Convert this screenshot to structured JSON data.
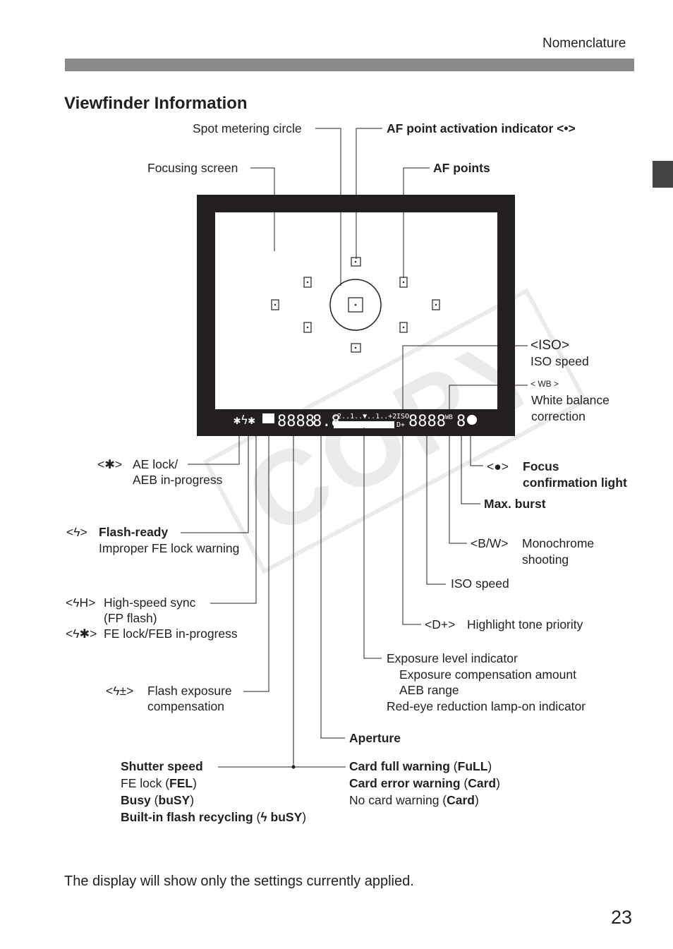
{
  "header": {
    "section": "Nomenclature"
  },
  "page": {
    "title": "Viewfinder Information",
    "note": "The display will show only the settings currently applied.",
    "number": "23"
  },
  "watermark": "COPY",
  "callouts": {
    "spot_metering": "Spot metering circle",
    "af_activation": "AF point activation indicator <•>",
    "focusing_screen": "Focusing screen",
    "af_points": "AF points",
    "iso_icon": "<ISO>",
    "iso_speed_top": "ISO speed",
    "wb_icon": "< WB >",
    "wb_line1": "White balance",
    "wb_line2": "correction",
    "ae_icon": "<✱>",
    "ae_line1": "AE lock/",
    "ae_line2": "AEB in-progress",
    "flash_icon": "<ϟ>",
    "flash_ready": "Flash-ready",
    "flash_line2": "Improper FE lock warning",
    "hs_icon": "<ϟH>",
    "hs_line1": "High-speed sync",
    "hs_line2": "(FP flash)",
    "fel_icon": "<ϟ✱>",
    "fel_line": "FE lock/FEB in-progress",
    "fec_icon": "<ϟ±>",
    "fec_line1": "Flash exposure",
    "fec_line2": "compensation",
    "focus_icon": "<●>",
    "focus_line1": "Focus",
    "focus_line2": "confirmation light",
    "max_burst": "Max. burst",
    "bw_icon": "<B/W>",
    "bw_line1": "Monochrome",
    "bw_line2": "shooting",
    "iso_speed_bottom": "ISO speed",
    "dplus_icon": "<D+>",
    "dplus_line": "Highlight tone priority",
    "exp_line1": "Exposure level indicator",
    "exp_line2": "Exposure compensation amount",
    "exp_line3": "AEB range",
    "exp_line4": "Red-eye reduction lamp-on indicator",
    "aperture": "Aperture",
    "shutter_speed": "Shutter speed",
    "fe_lock_label": "FE lock (",
    "fe_lock_code": "FEL",
    "busy_label": "Busy",
    "busy_code": "buSY",
    "recycle_label": "Built-in flash recycling",
    "recycle_code": "ϟ buSY",
    "card_full": "Card full warning",
    "card_full_code": "FuLL",
    "card_error": "Card error warning",
    "card_error_code": "Card",
    "no_card": "No card warning (",
    "no_card_code": "Card"
  },
  "lcd": {
    "left_icons": "✱ϟ✱",
    "fec": "±",
    "shutter": "8888",
    "aperture": "8.8",
    "scale": "-2..1..▼..1..+2",
    "iso": "ISO",
    "dplus": "D+",
    "iso_digits": "8888",
    "wb": "WB",
    "burst": "8"
  },
  "colors": {
    "frame": "#231f20",
    "bar": "#8a8a8a"
  }
}
